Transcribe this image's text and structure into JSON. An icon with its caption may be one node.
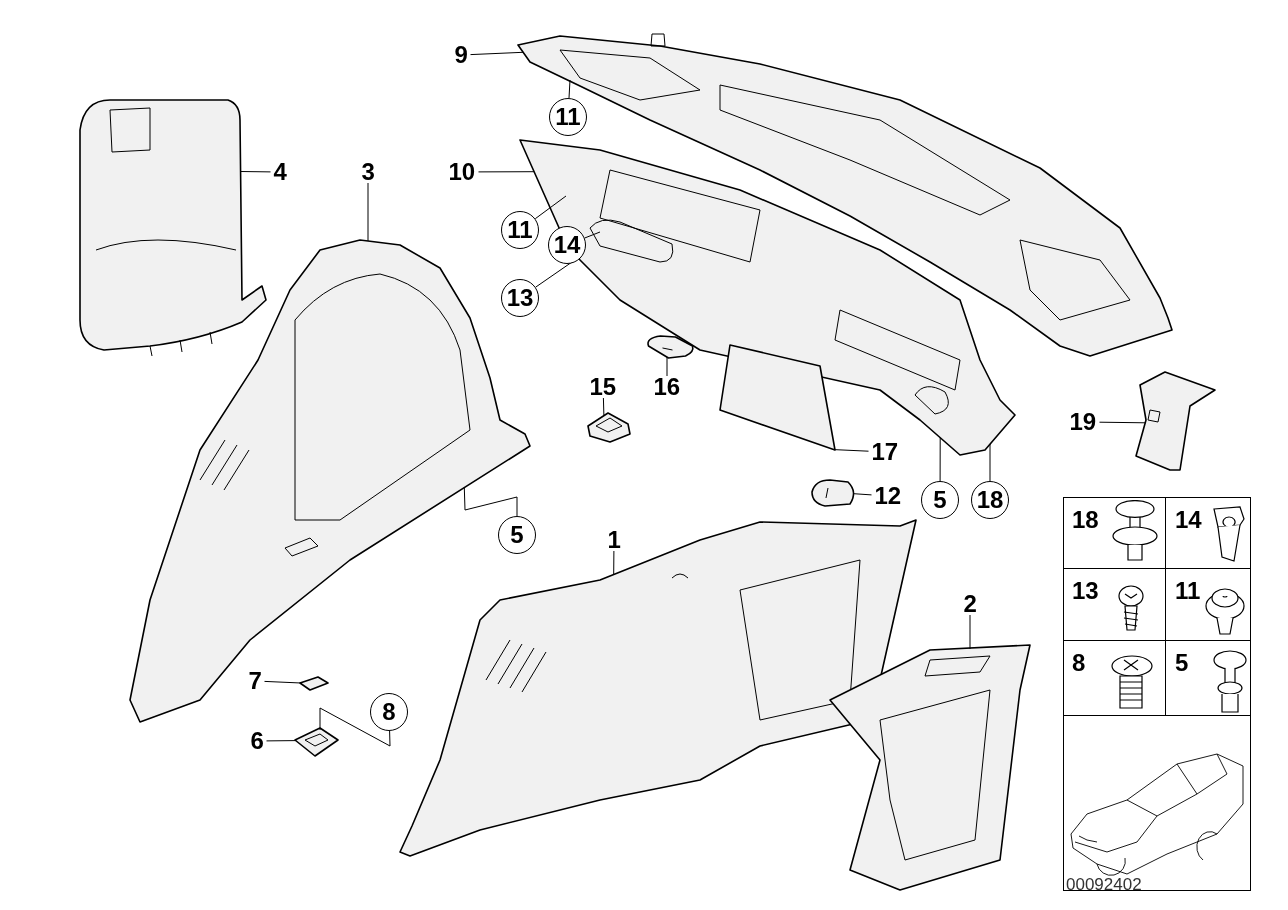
{
  "diagram": {
    "nodes": [
      {
        "text": [
          "9"
        ]
      },
      {
        "text": [],
        "shape": "picture"
      },
      {
        "text": [
          "11"
        ]
      },
      {
        "text": [
          "4"
        ]
      },
      {
        "text": [],
        "shape": "picture"
      },
      {
        "text": [
          "3"
        ]
      },
      {
        "text": [],
        "shape": "picture"
      },
      {
        "text": [
          "10"
        ]
      },
      {
        "text": [],
        "shape": "picture"
      },
      {
        "text": [
          "11"
        ]
      },
      {
        "text": [
          "14"
        ]
      },
      {
        "text": [
          "13"
        ]
      },
      {
        "text": [
          "15"
        ]
      },
      {
        "text": [],
        "shape": "picture"
      },
      {
        "text": [
          "16"
        ]
      },
      {
        "text": [],
        "shape": "picture"
      },
      {
        "text": [
          "17"
        ]
      },
      {
        "text": [],
        "shape": "picture"
      },
      {
        "text": [
          "19"
        ]
      },
      {
        "text": [],
        "shape": "picture"
      },
      {
        "text": [
          "5"
        ]
      },
      {
        "text": [
          "18"
        ]
      },
      {
        "text": [
          "12"
        ]
      },
      {
        "text": [],
        "shape": "picture"
      },
      {
        "text": [
          "5"
        ]
      },
      {
        "text": [
          "1"
        ]
      },
      {
        "text": [],
        "shape": "picture"
      },
      {
        "text": [
          "2"
        ]
      },
      {
        "text": [],
        "shape": "picture"
      },
      {
        "text": [
          "7"
        ]
      },
      {
        "text": [],
        "shape": "picture"
      },
      {
        "text": [
          "6"
        ]
      },
      {
        "text": [],
        "shape": "picture"
      },
      {
        "text": [
          "8"
        ]
      }
    ],
    "edges": [
      {
        "from": 0,
        "to": 1,
        "arrow": "none"
      },
      {
        "from": 2,
        "to": 1,
        "arrow": "none"
      },
      {
        "from": 3,
        "to": 4,
        "arrow": "none"
      },
      {
        "from": 5,
        "to": 6,
        "arrow": "none"
      },
      {
        "from": 7,
        "to": 8,
        "arrow": "none"
      },
      {
        "from": 9,
        "to": 8,
        "arrow": "none"
      },
      {
        "from": 10,
        "to": 8,
        "arrow": "none"
      },
      {
        "from": 11,
        "to": 8,
        "arrow": "none"
      },
      {
        "from": 12,
        "to": 13,
        "arrow": "none"
      },
      {
        "from": 14,
        "to": 15,
        "arrow": "none"
      },
      {
        "from": 16,
        "to": 17,
        "arrow": "none"
      },
      {
        "from": 18,
        "to": 19,
        "arrow": "none"
      },
      {
        "from": 20,
        "to": 8,
        "arrow": "none"
      },
      {
        "from": 21,
        "to": 8,
        "arrow": "none"
      },
      {
        "from": 22,
        "to": 23,
        "arrow": "none"
      },
      {
        "from": 24,
        "to": 6,
        "arrow": "none"
      },
      {
        "from": 25,
        "to": 26,
        "arrow": "none"
      },
      {
        "from": 27,
        "to": 28,
        "arrow": "none"
      },
      {
        "from": 29,
        "to": 30,
        "arrow": "none"
      },
      {
        "from": 31,
        "to": 32,
        "arrow": "none"
      },
      {
        "from": 33,
        "to": 32,
        "arrow": "none"
      }
    ],
    "labels": [
      "18",
      "14",
      "13",
      "11",
      "8",
      "5",
      "00092402"
    ]
  }
}
